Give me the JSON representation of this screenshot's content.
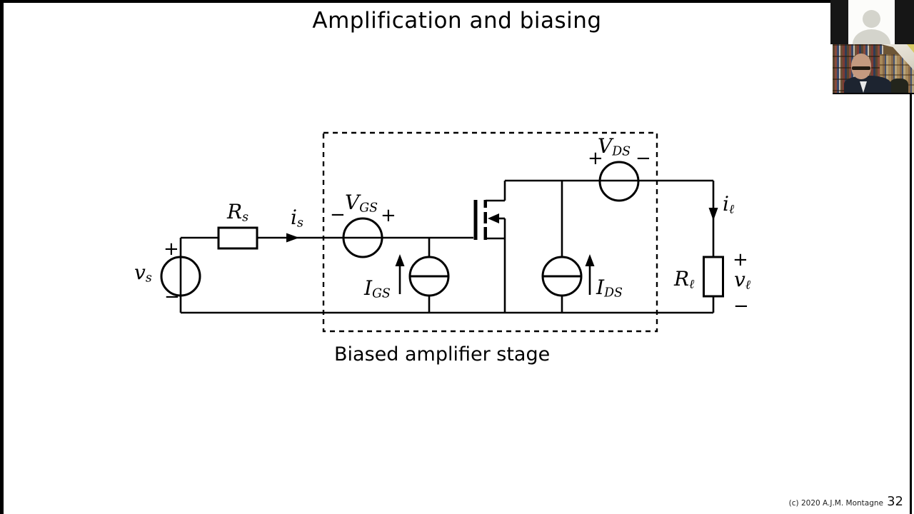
{
  "slide": {
    "title": "Amplification and biasing",
    "caption": "Biased amplifier stage",
    "footer": {
      "copyright": "(c) 2020 A.J.M. Montagne",
      "page_number": "32"
    }
  },
  "circuit": {
    "labels": {
      "source_voltage": {
        "base": "v",
        "sub": "s"
      },
      "source_resistor": {
        "base": "R",
        "sub": "s"
      },
      "source_current": {
        "base": "i",
        "sub": "s"
      },
      "gate_bias_voltage": {
        "base": "V",
        "sub": "GS"
      },
      "gate_bias_current": {
        "base": "I",
        "sub": "GS"
      },
      "drain_bias_voltage": {
        "base": "V",
        "sub": "DS"
      },
      "drain_bias_current": {
        "base": "I",
        "sub": "DS"
      },
      "load_resistor": {
        "base": "R",
        "sub": "ℓ"
      },
      "load_current": {
        "base": "i",
        "sub": "ℓ"
      },
      "load_voltage": {
        "base": "v",
        "sub": "ℓ"
      }
    },
    "polarity": {
      "plus": "+",
      "minus": "−"
    }
  },
  "webcam_panel": {
    "tiles": [
      {
        "kind": "avatar-placeholder"
      },
      {
        "kind": "live-video"
      }
    ]
  },
  "colors": {
    "ink": "#000000",
    "slide_background": "#ffffff",
    "frame_border": "#000000",
    "avatar_silhouette": "#d4d4cc",
    "avatar_tile_background": "#161616"
  }
}
